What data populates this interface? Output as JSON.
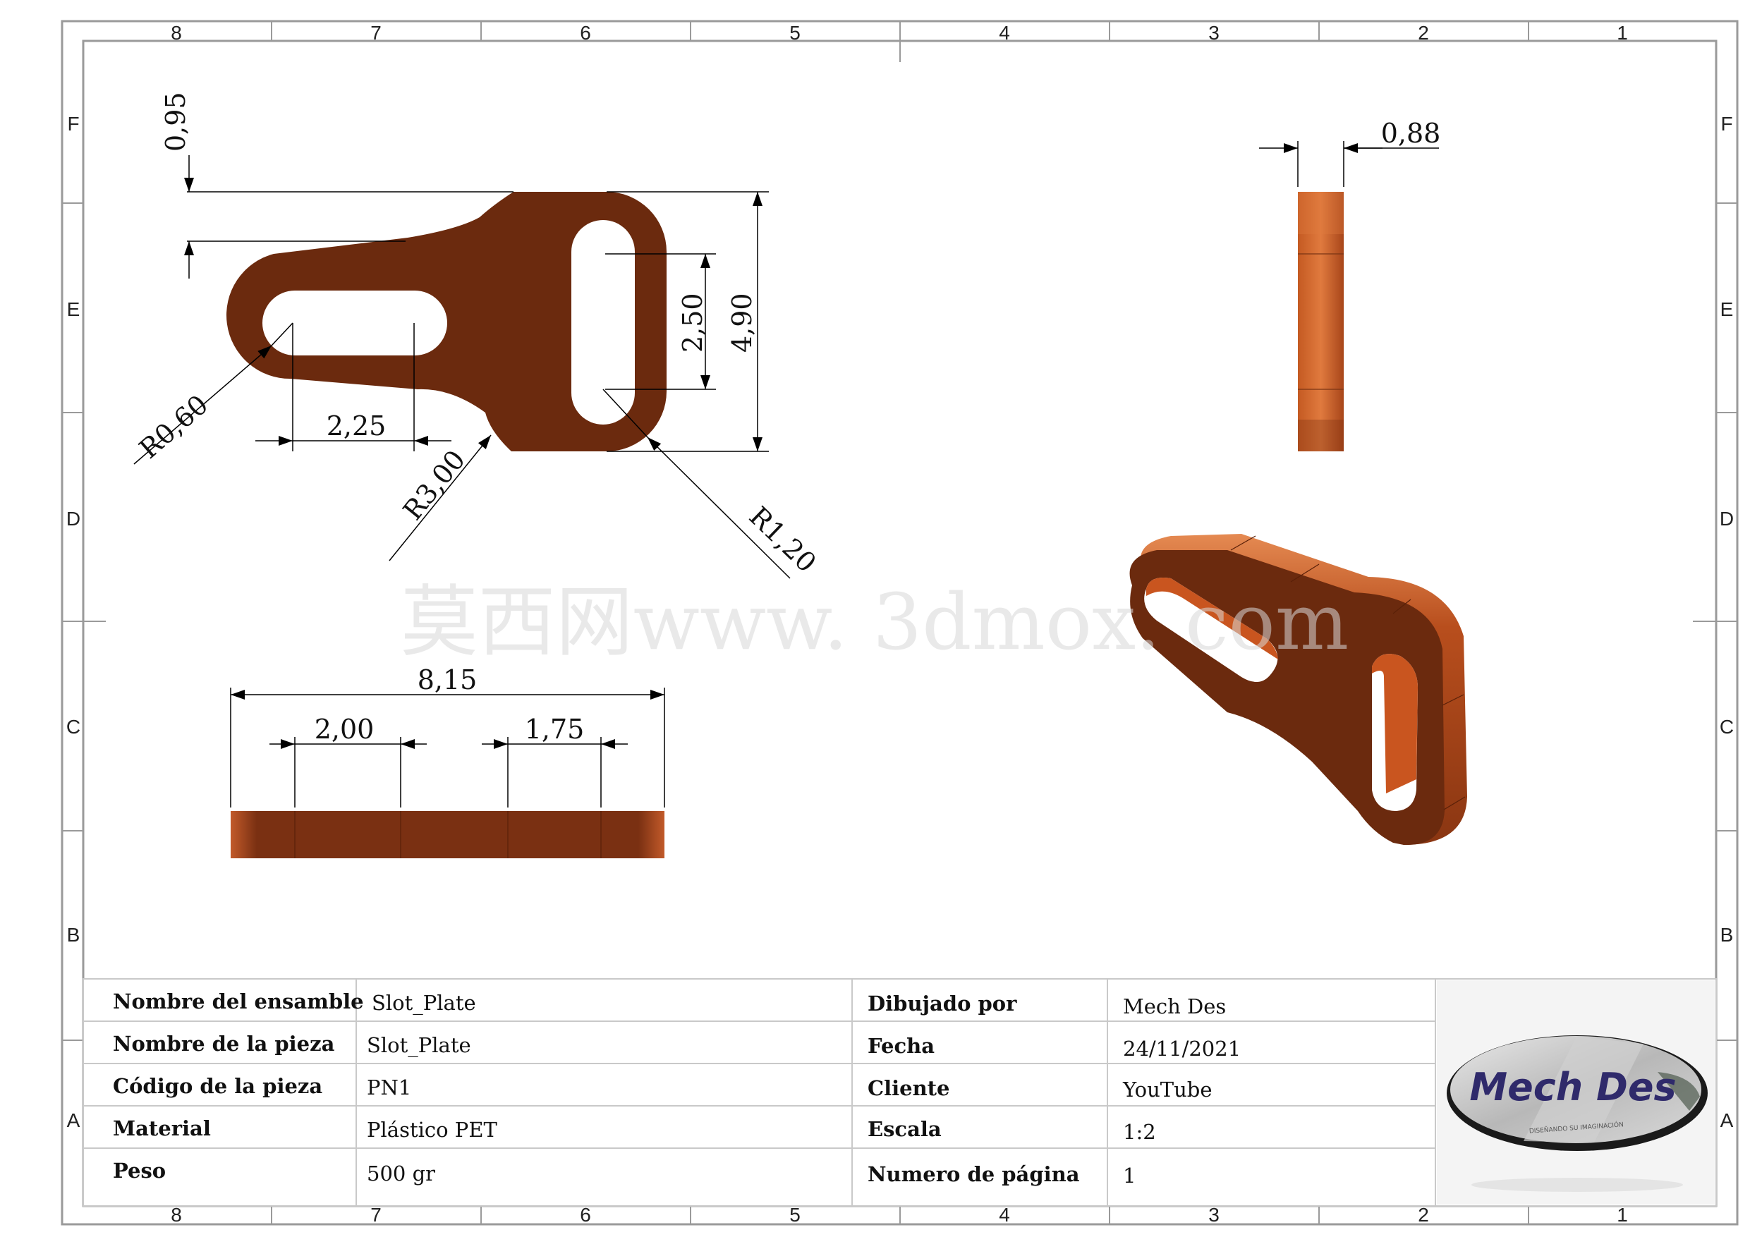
{
  "zones": {
    "columns": [
      "8",
      "7",
      "6",
      "5",
      "4",
      "3",
      "2",
      "1"
    ],
    "rows": [
      "F",
      "E",
      "D",
      "C",
      "B",
      "A"
    ]
  },
  "dimensions": {
    "d095": "0,95",
    "d490": "4,90",
    "d250": "2,50",
    "d225": "2,25",
    "r060": "R0,60",
    "r300": "R3,00",
    "r120": "R1,20",
    "d088": "0,88",
    "d815": "8,15",
    "d200": "2,00",
    "d175": "1,75"
  },
  "watermark": "莫西网www. 3dmox. com",
  "title_block": {
    "left": [
      {
        "label": "Nombre del ensamble",
        "value": "Slot_Plate"
      },
      {
        "label": "Nombre de la pieza",
        "value": "Slot_Plate"
      },
      {
        "label": "Código de la pieza",
        "value": "PN1"
      },
      {
        "label": "Material",
        "value": "Plástico PET"
      },
      {
        "label": "Peso",
        "value": "500 gr"
      }
    ],
    "right": [
      {
        "label": "Dibujado por",
        "value": "Mech Des"
      },
      {
        "label": "Fecha",
        "value": "24/11/2021"
      },
      {
        "label": "Cliente",
        "value": "YouTube"
      },
      {
        "label": "Escala",
        "value": "1:2"
      },
      {
        "label": "Numero de página",
        "value": "1"
      }
    ],
    "logo_text": "Mech Des",
    "logo_tagline": "DISEÑANDO SU IMAGINACIÓN"
  },
  "colors": {
    "part_dark": "#6b2a0e",
    "part_light": "#d2612a",
    "part_mid": "#a3441a",
    "border": "#9a9a9a"
  }
}
